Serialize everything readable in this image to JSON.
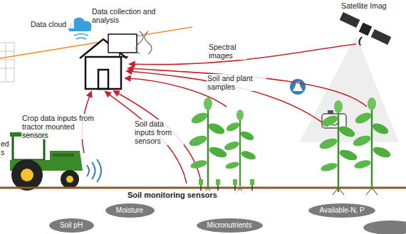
{
  "diagram": {
    "nodes": [
      {
        "text": [
          "Moisture"
        ]
      },
      {
        "text": [
          "Available-N, P"
        ]
      },
      {
        "text": [
          "Soil pH"
        ]
      },
      {
        "text": [
          "Micronutrients"
        ]
      }
    ],
    "labels": [
      "Data cloud",
      "Data collection and analysis",
      "Satellite Imag",
      "Spectral images",
      "Soil and plant samples",
      "Crop data inputs from tractor mounted sensors",
      "ed s",
      "Soil data inputs from sensors",
      "Soil monitoring sensors"
    ]
  }
}
